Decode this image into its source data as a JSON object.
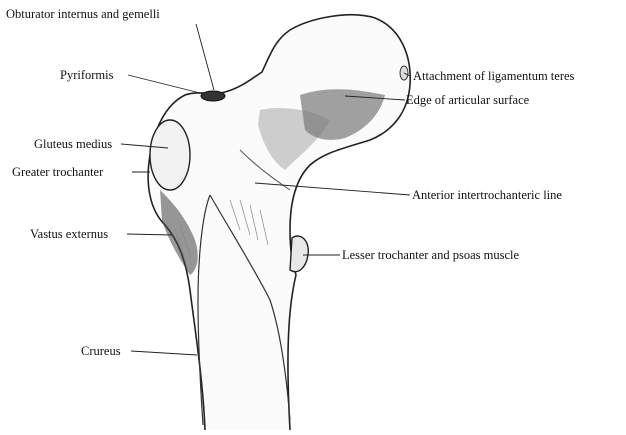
{
  "labels": {
    "obturator": "Obturator internus and gemelli",
    "pyriformis": "Pyriformis",
    "gluteus_medius": "Gluteus medius",
    "greater_trochanter": "Greater trochanter",
    "vastus_externus": "Vastus externus",
    "crureus": "Crureus",
    "ligamentum_teres": "Attachment of ligamentum teres",
    "articular_surface": "Edge of articular surface",
    "intertrochanteric_line": "Anterior intertrochanteric line",
    "lesser_trochanter": "Lesser trochanter and psoas muscle"
  }
}
